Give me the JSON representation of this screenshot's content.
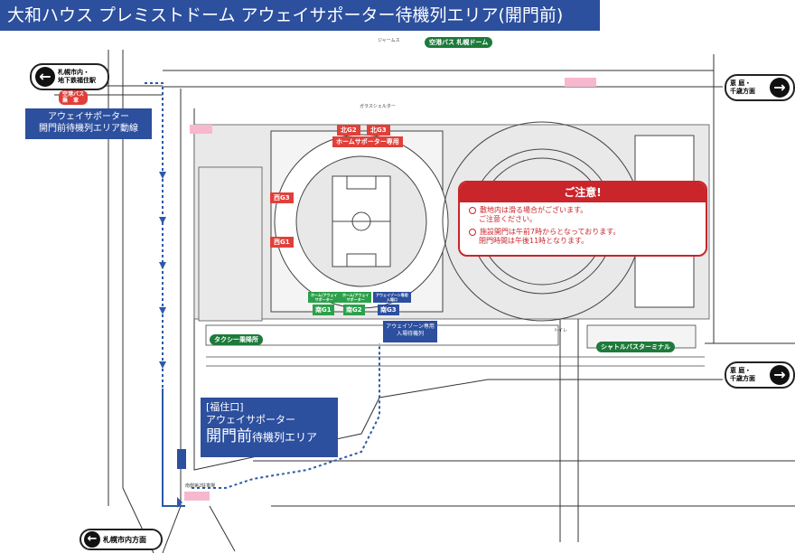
{
  "header": {
    "title": "大和ハウス プレミストドーム アウェイサポーター待機列エリア(開門前)"
  },
  "directions": {
    "sapporo_subway": "札幌市内・\n地下鉄福住駅",
    "higashi_sapporo_top": "恵 庭・\n千歳方面",
    "higashi_sapporo_bottom": "恵 庭・\n千歳方面",
    "sapporo_city": "札幌市内方面"
  },
  "labels": {
    "airport_bus": "空港バス 札幌ドーム",
    "jamjam": "ジャームス",
    "airport_bus_stop": "空港バス\n乗　車",
    "away_route": "アウェイサポーター\n開門前待機列エリア動線",
    "home_only": "ホームサポーター専用",
    "north_g2": "北G2",
    "north_g3": "北G3",
    "west_g3": "西G3",
    "west_g1": "西G1",
    "south_g1": "南G1",
    "south_g2": "南G2",
    "south_g3": "南G3",
    "gate_sub1": "ホーム/アウェイ\nサポーター",
    "gate_sub2": "ホーム/アウェイ\nサポーター",
    "gate_sub3": "アウェイゾーン専用\n入場口",
    "away_zone_entry": "アウェイゾーン専用\n入場待機列",
    "taxi": "タクシー乗降所",
    "shuttle_bus": "シャトルバスターミナル",
    "toilet": "トイレ",
    "glass_shelter": "ガラスシェルター",
    "south_parking": "南側第2駐車場",
    "fukuzumi_waiting_1": "[福住口]",
    "fukuzumi_waiting_2": "アウェイサポーター",
    "fukuzumi_waiting_3a": "開門前",
    "fukuzumi_waiting_3b": "待機列エリア"
  },
  "notice": {
    "title": "ご注意!",
    "item1_line1": "敷地内は滑る場合がございます。",
    "item1_line2": "ご注意ください。",
    "item2_line1": "施設開門は午前7時からとなっております。",
    "item2_line2": "閉門時間は午後11時となります。"
  },
  "colors": {
    "accent_blue": "#2c4f9e",
    "notice_red": "#c9252b",
    "green": "#1d7a3a",
    "route_blue": "#2c5aa8"
  }
}
